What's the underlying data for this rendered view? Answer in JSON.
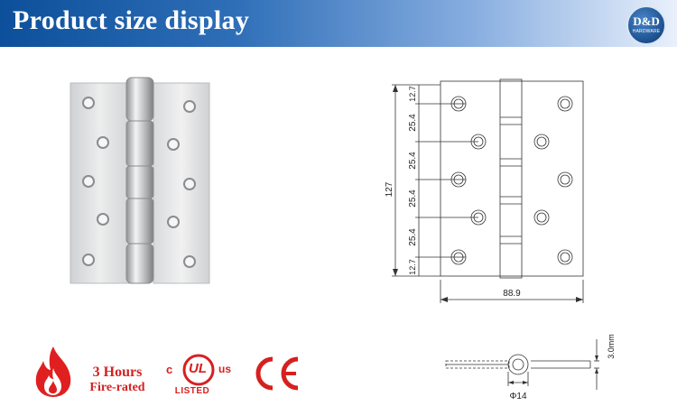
{
  "banner": {
    "title": "Product size display",
    "logo_main": "D&D",
    "logo_sub": "HARDWARE"
  },
  "drawing": {
    "dim_top": "12.7",
    "dim_bottom": "12.7",
    "dim_pitch": [
      "25.4",
      "25.4",
      "25.4",
      "25.4"
    ],
    "dim_height": "127",
    "dim_width": "88.9",
    "dim_thickness": "3.0mm",
    "dim_knuckle": "Φ14"
  },
  "certifications": {
    "fire_line1": "3 Hours",
    "fire_line2": "Fire-rated",
    "ul_c": "c",
    "ul_ul": "UL",
    "ul_us": "us",
    "ul_listed": "LISTED",
    "ce": "CE"
  },
  "colors": {
    "banner_dark": "#0d4f9a",
    "accent_red": "#d62020"
  }
}
